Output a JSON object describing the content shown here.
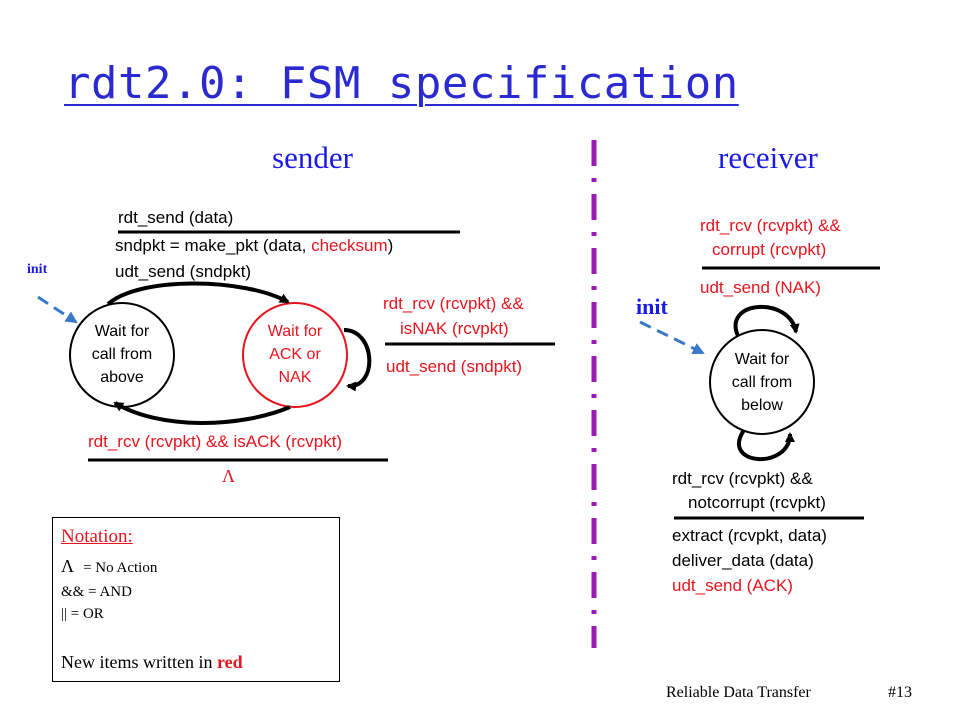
{
  "title": "rdt2.0: FSM specification",
  "colors": {
    "title": "#2a2ad0",
    "heading": "#1a1ae6",
    "new_item": "#e6141e",
    "init_arrow": "#3a78c8"
  },
  "sender": {
    "heading": "sender",
    "init_label": "init",
    "state_wait_call_above": [
      "Wait for",
      "call from",
      "above"
    ],
    "state_wait_ack_nak": [
      "Wait for",
      "ACK or",
      "NAK"
    ],
    "t1_event": "rdt_send (data)",
    "t1_action_a_prefix": "sndpkt = make_pkt (data, ",
    "t1_action_a_red": "checksum",
    "t1_action_a_suffix": ")",
    "t1_action_b": "udt_send (sndpkt)",
    "t2_event_1": "rdt_rcv (rcvpkt) &&",
    "t2_event_2": "isNAK (rcvpkt)",
    "t2_action": "udt_send (sndpkt)",
    "t3_event": "rdt_rcv (rcvpkt) && isACK (rcvpkt)",
    "t3_action": "Λ"
  },
  "receiver": {
    "heading": "receiver",
    "init_label": "init",
    "state_wait_call_below": [
      "Wait for",
      "call from",
      "below"
    ],
    "t1_event_1": "rdt_rcv (rcvpkt) &&",
    "t1_event_2": "corrupt (rcvpkt)",
    "t1_action": "udt_send (NAK)",
    "t2_event_1": "rdt_rcv (rcvpkt) &&",
    "t2_event_2": "notcorrupt (rcvpkt)",
    "t2_action_1": "extract (rcvpkt, data)",
    "t2_action_2": "deliver_data (data)",
    "t2_action_3": "udt_send (ACK)"
  },
  "notation": {
    "heading": "Notation:",
    "lambda_symbol": "Λ",
    "lambda_meaning": "= No Action",
    "and_line": "&& = AND",
    "or_line": "||   = OR",
    "new_items_prefix": "New items written in ",
    "new_items_red": "red"
  },
  "footer": {
    "left": "Reliable Data Transfer",
    "right": "#13"
  }
}
